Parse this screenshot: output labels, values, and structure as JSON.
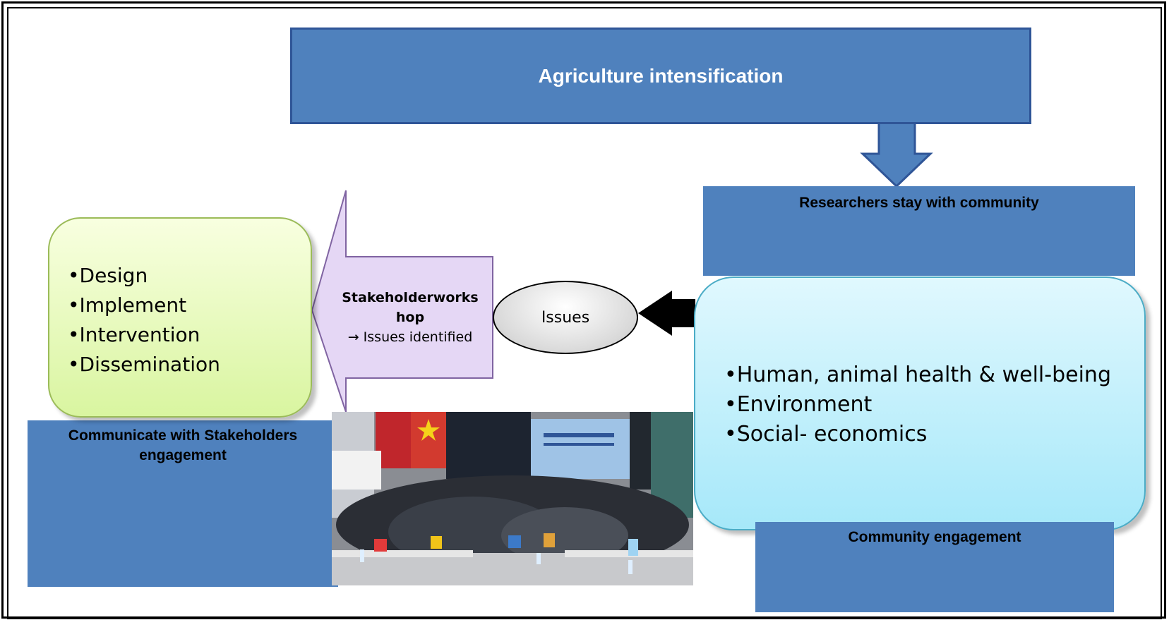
{
  "title": "Agriculture intensification",
  "researchers_label": "Researchers stay with community",
  "communicate_label": "Communicate with Stakeholders engagement",
  "community_label": "Community engagement",
  "issues_label": "Issues",
  "workshop": {
    "title": "Stakeholderworkshop",
    "subtitle": "→ Issues identified"
  },
  "left_list": [
    "•Design",
    "•Implement",
    "•Intervention",
    "•Dissemination"
  ],
  "right_list": [
    "•Human, animal health & well-being",
    "•Environment",
    "•Social- economics"
  ],
  "colors": {
    "blue": "#4f81bd",
    "green_border": "#9bbb59",
    "cyan_border": "#4bacc6",
    "purple": "#e5d7f5"
  }
}
